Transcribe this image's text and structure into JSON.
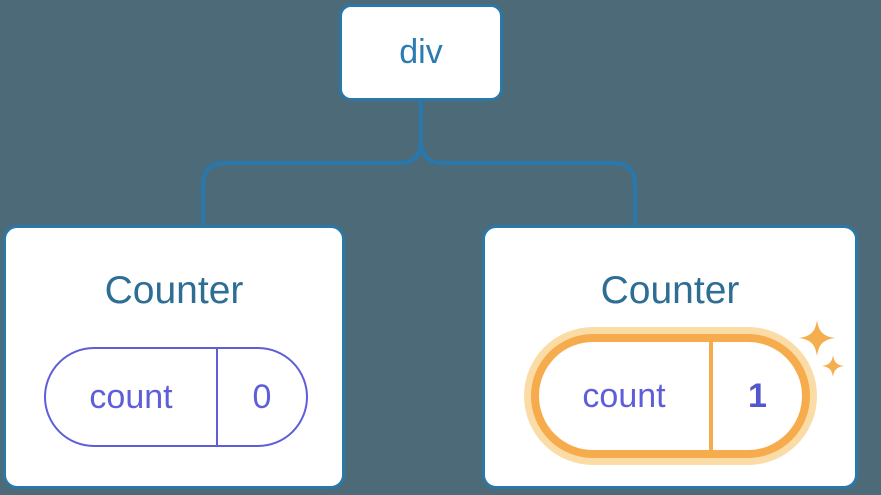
{
  "diagram": {
    "type": "component-tree",
    "root": {
      "label": "div"
    },
    "children": [
      {
        "title": "Counter",
        "state_key": "count",
        "state_value": "0",
        "highlighted": false
      },
      {
        "title": "Counter",
        "state_key": "count",
        "state_value": "1",
        "highlighted": true,
        "badge_icon": "sparkles"
      }
    ]
  },
  "colors": {
    "background": "#4d6a78",
    "card_background": "#ffffff",
    "node_border_blue": "#2b77a8",
    "connector_blue": "#2878ad",
    "root_label_text": "#2d7cb1",
    "title_text": "#2e6e94",
    "state_purple": "#5e5fd8",
    "state_value_bold_purple": "#5456ce",
    "highlight_orange": "#f6ac4c",
    "highlight_halo": "#fbdca6",
    "sparkle_orange": "#f4ae4e"
  }
}
